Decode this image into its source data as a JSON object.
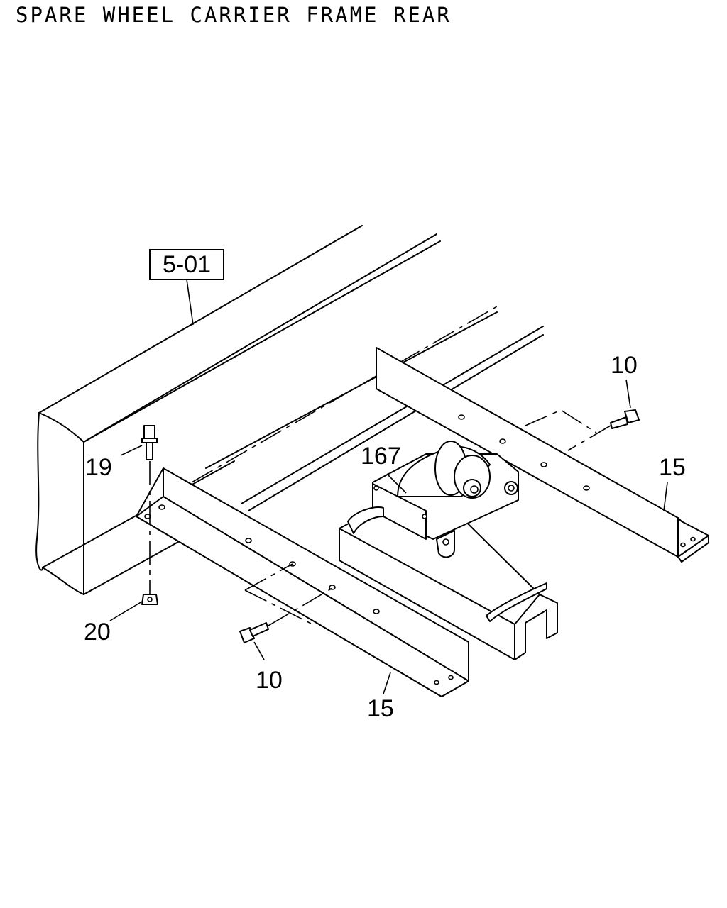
{
  "title": "SPARE WHEEL CARRIER FRAME REAR",
  "reference_box": "5-01",
  "callouts": {
    "bolt_top_right": "10",
    "bolt_bottom": "10",
    "bolt_left": "19",
    "nut_left": "20",
    "carrier": "167",
    "bracket_right": "15",
    "bracket_front": "15"
  }
}
